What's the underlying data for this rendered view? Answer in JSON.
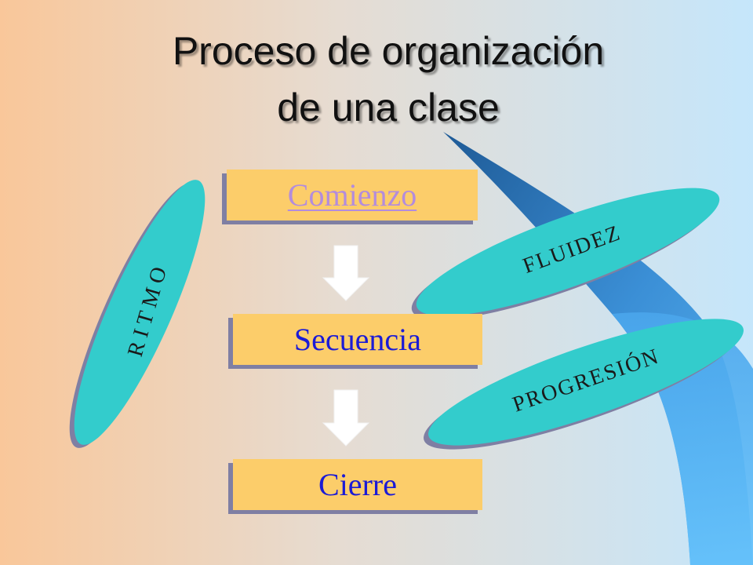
{
  "slide": {
    "title_line1": "Proceso de organización",
    "title_line2": "de una clase"
  },
  "steps": {
    "start": "Comienzo",
    "middle": "Secuencia",
    "end": "Cierre"
  },
  "ellipses": {
    "rhythm": "R I T M O",
    "fluency": "FLUIDEZ",
    "progression": "PROGRESIÓN"
  },
  "colors": {
    "box_fill": "#fccd6a",
    "box_text": "#1b1bd6",
    "link_text": "#b38cdc",
    "ellipse_fill": "#33cccc",
    "background_left": "#f9c79a",
    "background_right": "#c5e6fb",
    "swoosh_blue": "#3d8fd8"
  }
}
